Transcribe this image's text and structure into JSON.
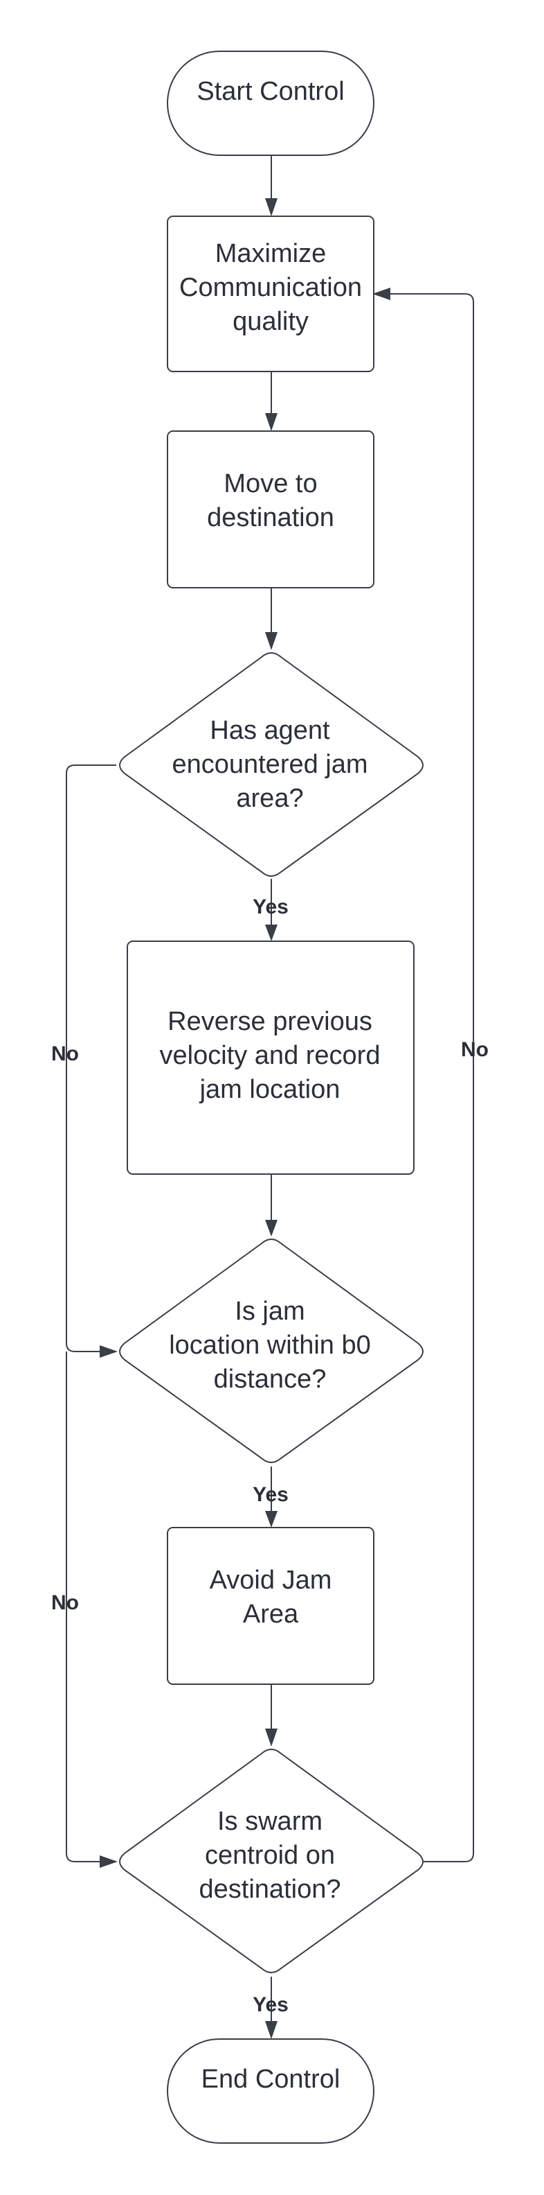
{
  "diagram": {
    "nodes": {
      "start": {
        "lines": [
          "Start Control"
        ]
      },
      "maximize": {
        "lines": [
          "Maximize",
          "Communication",
          "quality"
        ]
      },
      "move": {
        "lines": [
          "Move to",
          "destination"
        ]
      },
      "jam_check": {
        "lines": [
          "Has agent",
          "encountered jam",
          "area?"
        ]
      },
      "reverse": {
        "lines": [
          "Reverse previous",
          "velocity and record",
          "jam location"
        ]
      },
      "within_b0": {
        "lines": [
          "Is jam",
          "location within b0",
          "distance?"
        ]
      },
      "avoid": {
        "lines": [
          "Avoid Jam",
          "Area"
        ]
      },
      "centroid": {
        "lines": [
          "Is swarm",
          "centroid on",
          "destination?"
        ]
      },
      "end": {
        "lines": [
          "End Control"
        ]
      }
    },
    "edge_labels": {
      "yes_jam": "Yes",
      "yes_b0": "Yes",
      "yes_centroid": "Yes",
      "no_jam": "No",
      "no_b0": "No",
      "no_centroid": "No"
    }
  },
  "colors": {
    "stroke": "#3a3e47",
    "text": "#2b2f38",
    "fill": "#ffffff"
  }
}
